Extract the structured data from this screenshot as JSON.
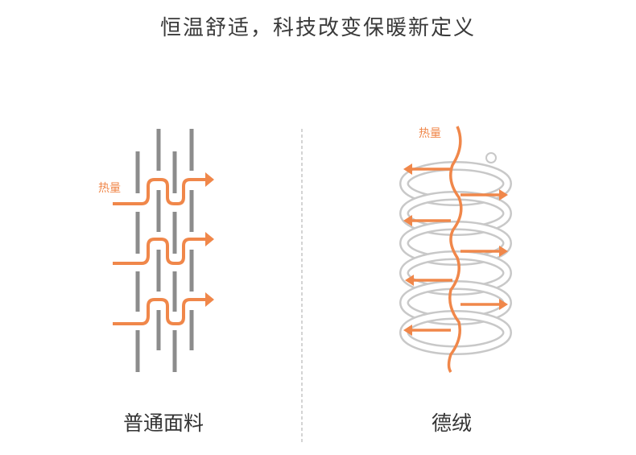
{
  "title": "恒温舒适，科技改变保暖新定义",
  "left": {
    "label": "普通面料",
    "heat_label": "热量"
  },
  "right": {
    "label": "德绒",
    "heat_label": "热量"
  },
  "colors": {
    "accent": "#f0874a",
    "fiber": "#8c8c8c",
    "spring": "#c8c8c8"
  }
}
